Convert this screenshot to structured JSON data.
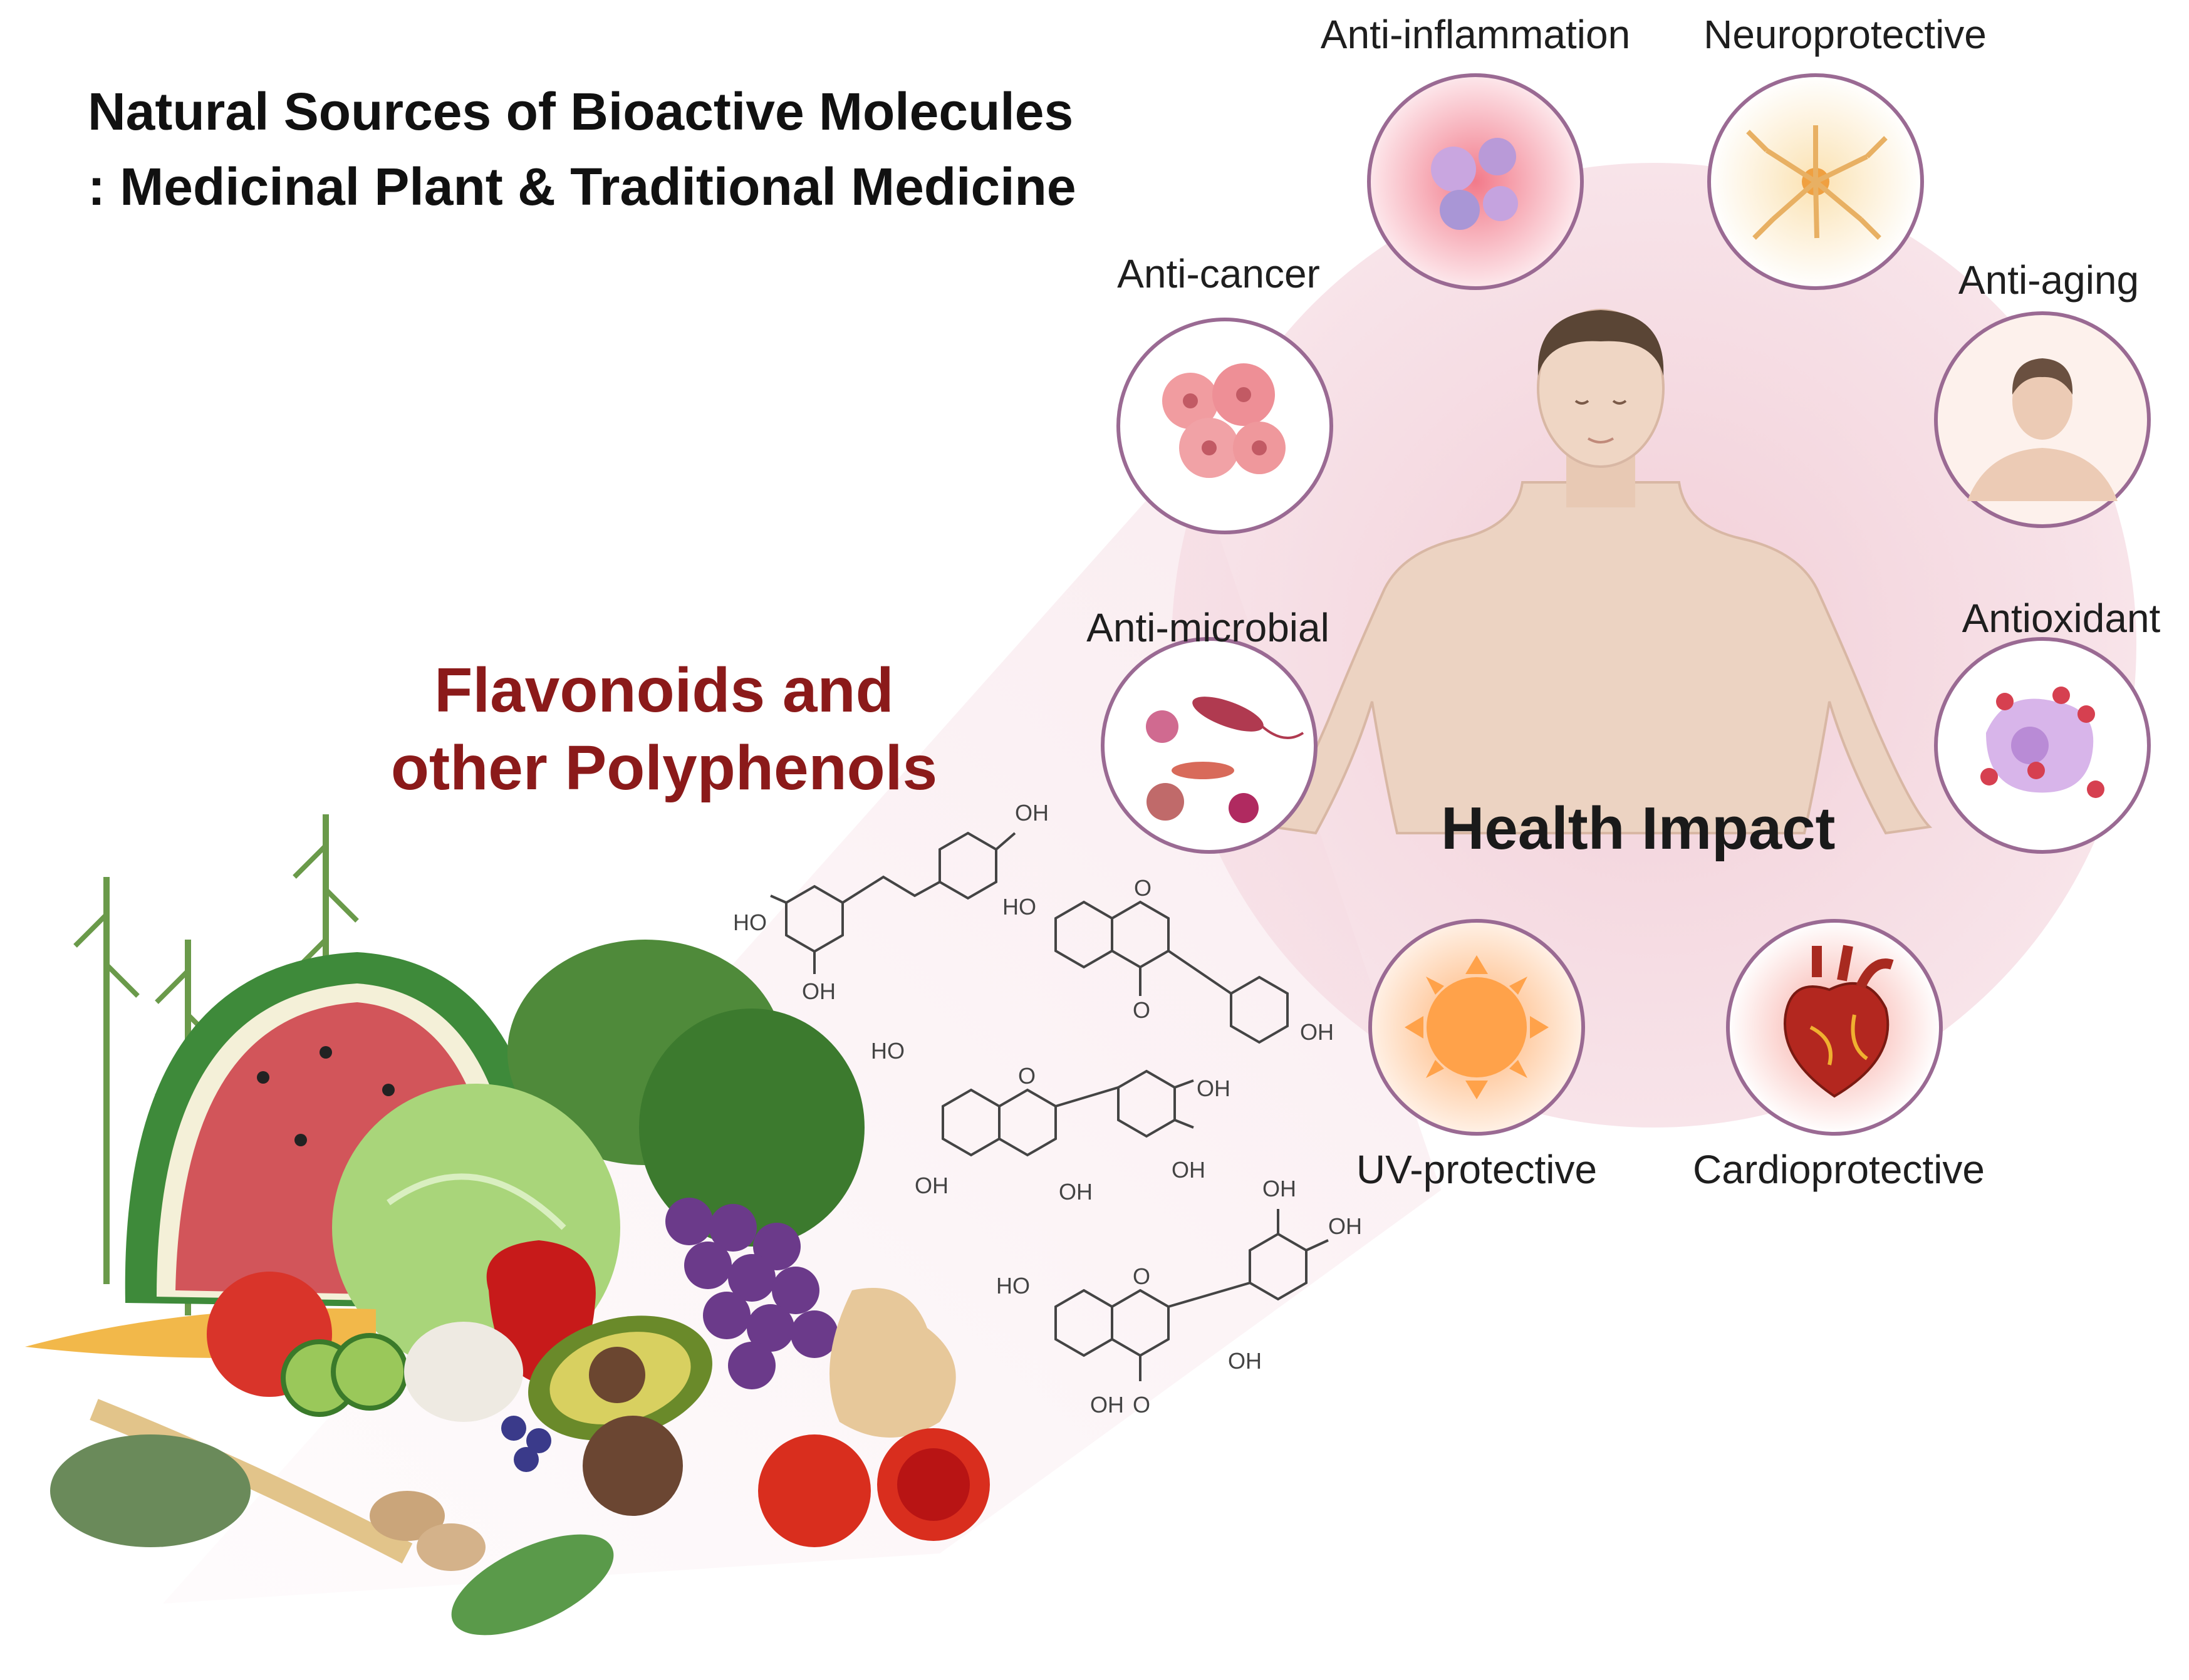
{
  "title": {
    "line1": "Natural Sources of Bioactive Molecules",
    "line2": ": Medicinal Plant & Traditional Medicine"
  },
  "subtitle": {
    "line1": "Flavonoids and",
    "line2": "other Polyphenols"
  },
  "center_label": "Health Impact",
  "effects": [
    {
      "label": "Anti-inflammation",
      "icon": "inflammation-cells-icon"
    },
    {
      "label": "Neuroprotective",
      "icon": "neuron-icon"
    },
    {
      "label": "Anti-aging",
      "icon": "face-icon"
    },
    {
      "label": "Antioxidant",
      "icon": "oxidative-cell-icon"
    },
    {
      "label": "Cardioprotective",
      "icon": "heart-icon"
    },
    {
      "label": "UV-protective",
      "icon": "sun-icon"
    },
    {
      "label": "Anti-microbial",
      "icon": "microbes-icon"
    },
    {
      "label": "Anti-cancer",
      "icon": "tumor-cells-icon"
    }
  ],
  "molecules": {
    "oh": "OH",
    "ho": "HO",
    "o": "O"
  },
  "colors": {
    "title": "#111111",
    "subtitle": "#8b1a1a",
    "circle_ring": "#9a6a93",
    "halo": "#f3d4dc",
    "skin": "#ecd3c2"
  }
}
